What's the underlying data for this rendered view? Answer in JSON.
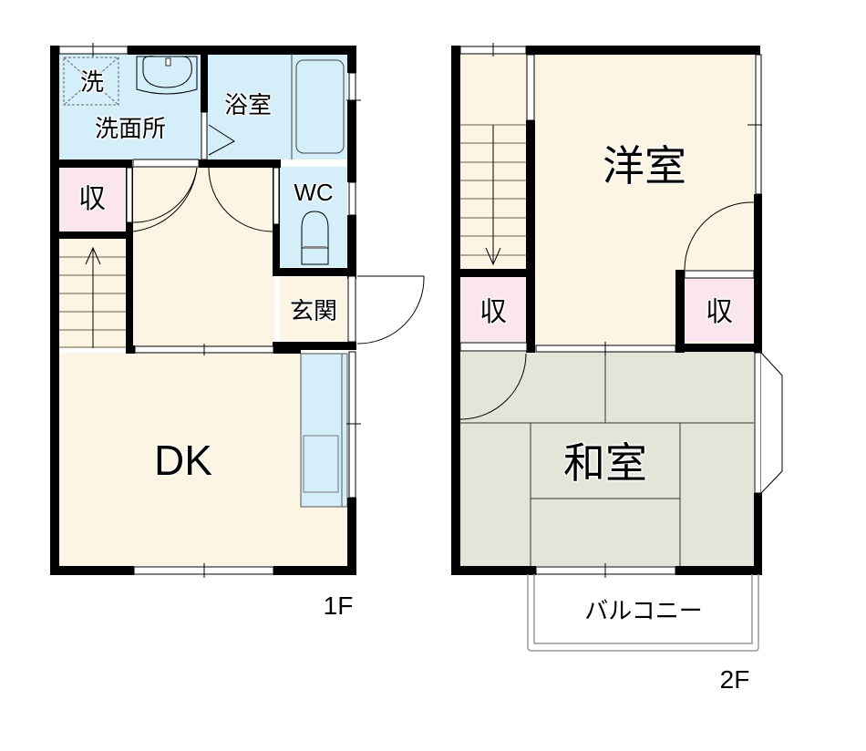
{
  "colors": {
    "wall": "#000000",
    "wet_area": "#d4eefa",
    "living": "#fdf5e3",
    "storage": "#fbe5ef",
    "tatami": "#e1e6d8",
    "background": "#ffffff"
  },
  "floor1": {
    "label": "1F",
    "rooms": {
      "washroom": "洗面所",
      "washer": "洗",
      "bath": "浴室",
      "storage": "収",
      "wc": "WC",
      "entrance": "玄関",
      "dk": "DK"
    }
  },
  "floor2": {
    "label": "2F",
    "rooms": {
      "western_room": "洋室",
      "storage_left": "収",
      "storage_right": "収",
      "japanese_room": "和室",
      "balcony": "バルコニー"
    }
  }
}
